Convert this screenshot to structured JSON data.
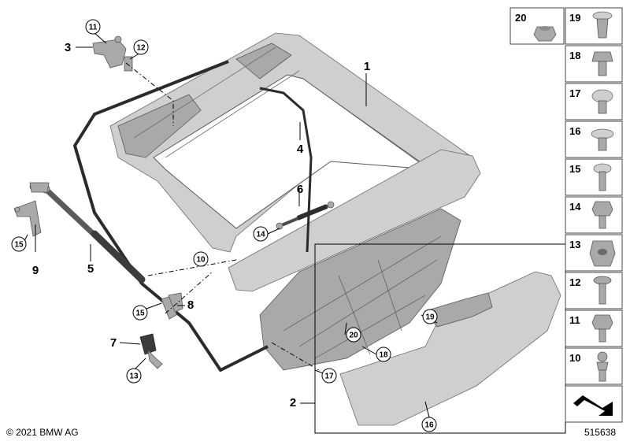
{
  "callouts": [
    {
      "id": "c1",
      "label": "1"
    },
    {
      "id": "c2",
      "label": "2"
    },
    {
      "id": "c3",
      "label": "3"
    },
    {
      "id": "c4",
      "label": "4"
    },
    {
      "id": "c5",
      "label": "5"
    },
    {
      "id": "c6",
      "label": "6"
    },
    {
      "id": "c7",
      "label": "7"
    },
    {
      "id": "c8",
      "label": "8"
    },
    {
      "id": "c9",
      "label": "9"
    },
    {
      "id": "cc10",
      "label": "10"
    },
    {
      "id": "cc11",
      "label": "11"
    },
    {
      "id": "cc12",
      "label": "12"
    },
    {
      "id": "cc13",
      "label": "13"
    },
    {
      "id": "cc14",
      "label": "14"
    },
    {
      "id": "cc15a",
      "label": "15"
    },
    {
      "id": "cc15b",
      "label": "15"
    },
    {
      "id": "cc16",
      "label": "16"
    },
    {
      "id": "cc17",
      "label": "17"
    },
    {
      "id": "cc18",
      "label": "18"
    },
    {
      "id": "cc19",
      "label": "19"
    },
    {
      "id": "cc20",
      "label": "20"
    }
  ],
  "side_table": [
    {
      "label": "20"
    },
    {
      "label": "19"
    },
    {
      "label": "18"
    },
    {
      "label": "17"
    },
    {
      "label": "16"
    },
    {
      "label": "15"
    },
    {
      "label": "14"
    },
    {
      "label": "13"
    },
    {
      "label": "12"
    },
    {
      "label": "11"
    },
    {
      "label": "10"
    }
  ],
  "copyright": "© 2021 BMW AG",
  "diagram_number": "515638",
  "icons": [
    "trunk-lid-panel",
    "lid-seal",
    "hinge",
    "gas-spring",
    "latch",
    "trim-panel",
    "fastener",
    "nut",
    "screw",
    "clip"
  ]
}
